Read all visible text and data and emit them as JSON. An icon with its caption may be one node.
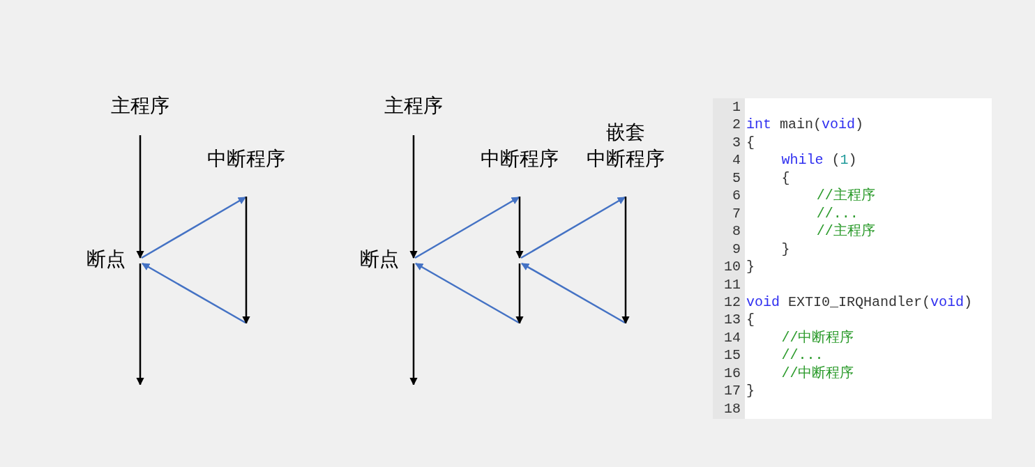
{
  "diagram": {
    "nodes": [
      {
        "text": [
          "主程序"
        ],
        "beside": [
          "断点"
        ]
      },
      {
        "text": [
          "中断程序"
        ]
      },
      {
        "text": [
          "主程序"
        ],
        "beside": [
          "断点"
        ]
      },
      {
        "text": [
          "中断程序"
        ]
      },
      {
        "text": [
          "嵌套",
          "中断程序"
        ]
      }
    ],
    "edges": [
      {
        "from": 0,
        "to": 1,
        "arrow": "to"
      },
      {
        "from": 1,
        "to": 0,
        "arrow": "to"
      },
      {
        "from": 2,
        "to": 3,
        "arrow": "to"
      },
      {
        "from": 3,
        "to": 2,
        "arrow": "to"
      },
      {
        "from": 3,
        "to": 4,
        "arrow": "to"
      },
      {
        "from": 4,
        "to": 3,
        "arrow": "to"
      }
    ],
    "labels": [
      "1",
      "2",
      "int main(void)",
      "3",
      "{",
      "4",
      "while (1)",
      "5",
      "{",
      "6",
      "//主程序",
      "7",
      "//...",
      "8",
      "//主程序",
      "9",
      "}",
      "10",
      "}",
      "11",
      "12",
      "void EXTI0_IRQHandler(void)",
      "13",
      "{",
      "14",
      "//中断程序",
      "15",
      "//...",
      "16",
      "//中断程序",
      "17",
      "}",
      "18"
    ]
  }
}
